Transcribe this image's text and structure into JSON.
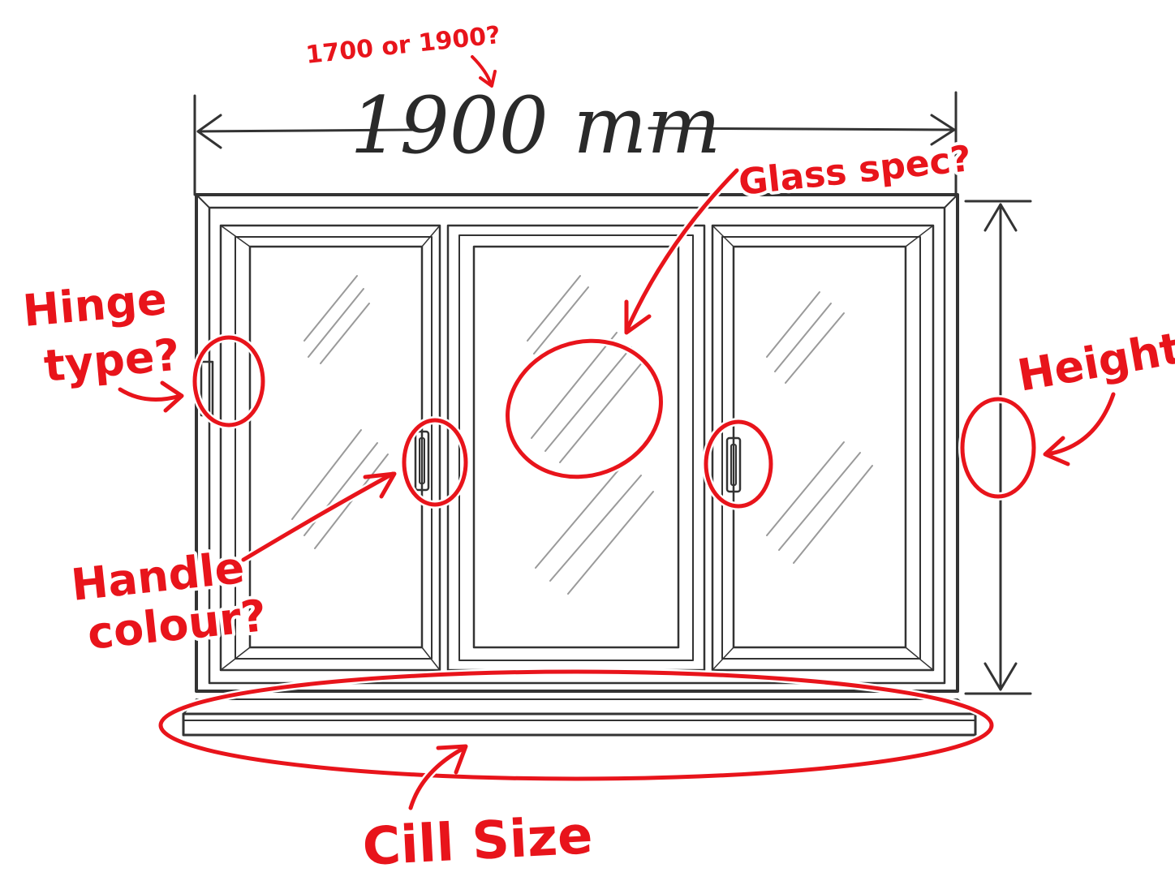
{
  "dimensions": {
    "width_label": "1900 mm",
    "width_question": "1700 or 1900?"
  },
  "annotations": {
    "glass": "Glass spec?",
    "hinge_line1": "Hinge",
    "hinge_line2": "type?",
    "height": "Height?",
    "handle_line1": "Handle",
    "handle_line2": "colour?",
    "cill": "Cill Size"
  },
  "colors": {
    "annotation": "#e8141b",
    "pencil": "#333333"
  }
}
